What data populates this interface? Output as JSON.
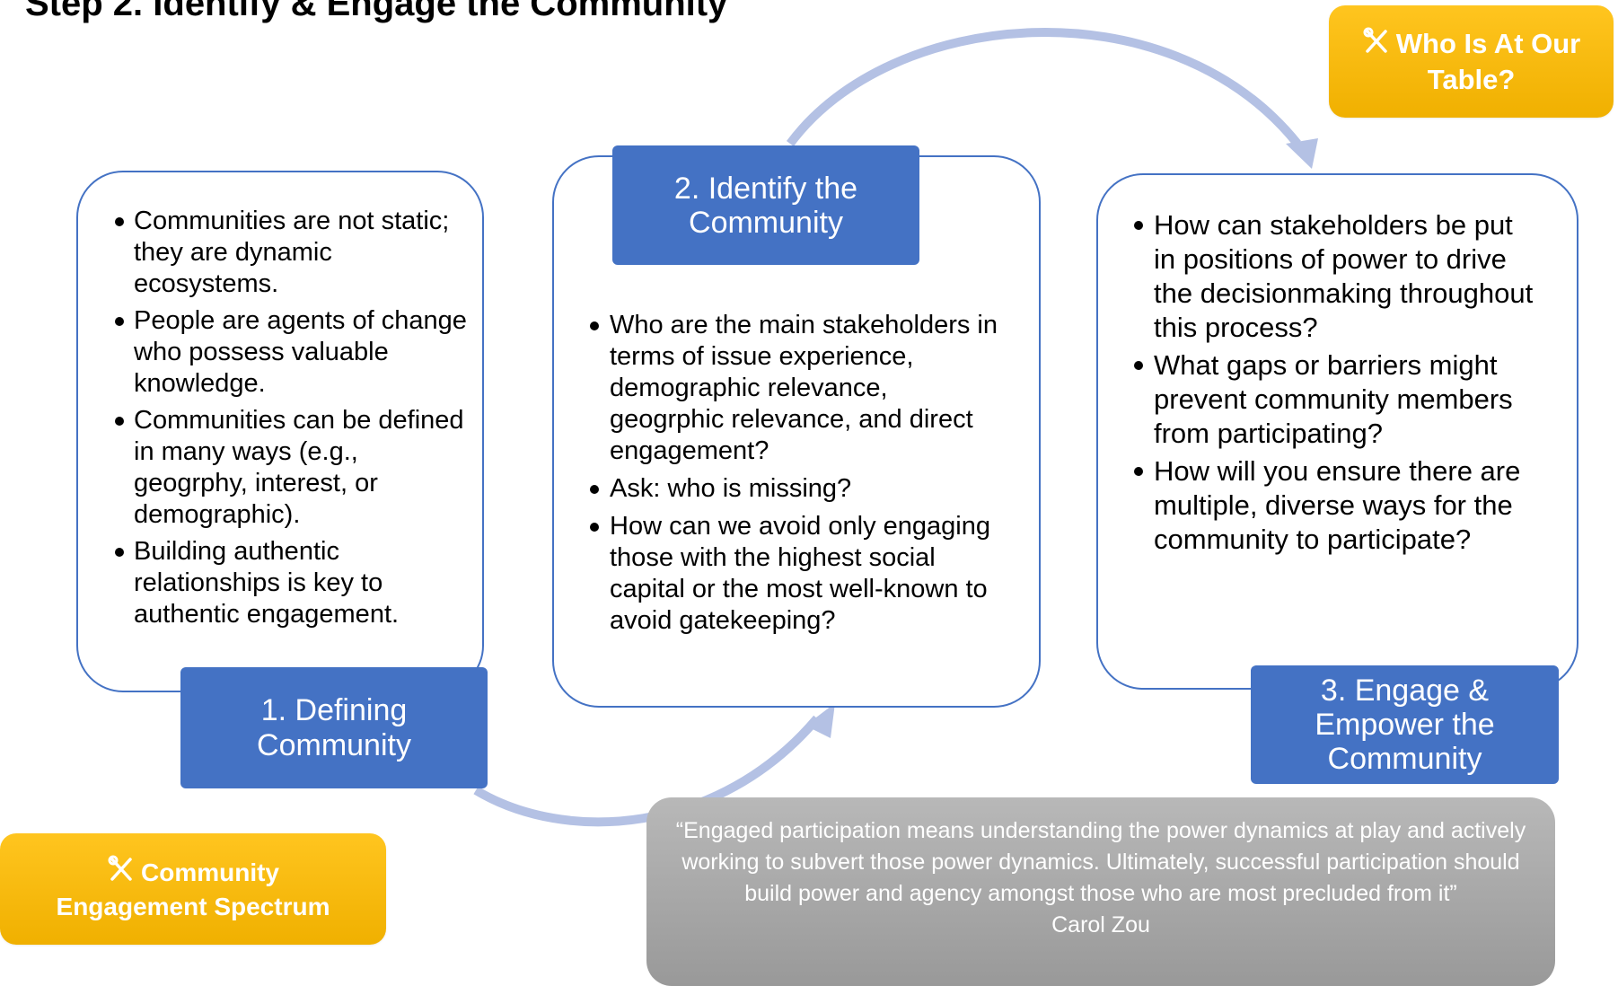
{
  "title": "Step 2. Identify & Engage the Community",
  "buttons": {
    "who_at_table": {
      "line1": "Who Is At Our",
      "line2": "Table?"
    },
    "spectrum": {
      "line1": "Community",
      "line2": "Engagement Spectrum"
    }
  },
  "cards": [
    {
      "label": "1. Defining\nCommunity",
      "bullets": [
        "Communities are not static; they are dynamic ecosystems.",
        "People are agents of change who possess valuable knowledge.",
        "Communities can be defined in many ways (e.g.,  geogrphy, interest, or demographic).",
        "Building authentic relationships is key to authentic engagement."
      ]
    },
    {
      "label": "2. Identify the\nCommunity",
      "bullets": [
        "Who are the main stakeholders in terms of issue experience, demographic relevance, geogrphic relevance, and direct engagement?",
        "Ask: who is missing?",
        "How can we avoid only engaging those with the highest social capital or the most well-known to avoid gatekeeping?"
      ]
    },
    {
      "label": "3. Engage &\nEmpower the\nCommunity",
      "bullets": [
        "How can stakeholders be put in positions of power to drive the decisionmaking throughout this process?",
        "What gaps or barriers might prevent community members from participating?",
        "How will you ensure there are multiple, diverse ways for the community to participate?"
      ]
    }
  ],
  "quote": {
    "text": "“Engaged participation means understanding the power dynamics at play and actively working to subvert those power dynamics. Ultimately, successful participation should build power and agency amongst those who are most precluded from it”",
    "author": "Carol Zou"
  },
  "colors": {
    "card_border": "#4472c4",
    "label_fill": "#4472c4",
    "tool_fill": "#ffc000",
    "cycle_arrow": "#b4c1e4",
    "quote_fill": "#a6a6a6"
  }
}
